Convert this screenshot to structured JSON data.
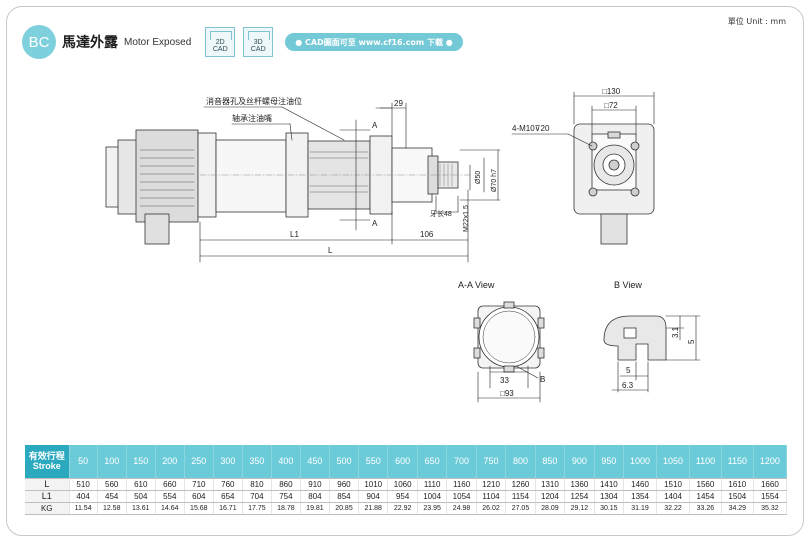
{
  "header": {
    "badge": "BC",
    "title_cn": "馬達外露",
    "title_en": "Motor Exposed",
    "cad2d": [
      "2D",
      "CAD"
    ],
    "cad3d": [
      "3D",
      "CAD"
    ],
    "cad_link": "● CAD圖面可至 www.cf16.com 下載 ●",
    "unit": "單位 Unit : mm"
  },
  "side_view": {
    "note_oil_hole": "消音器孔及丝杆螺母注油位",
    "note_bearing": "轴承注油嘴",
    "section_mark": "A",
    "dim_29": "29",
    "dim_l1": "L1",
    "dim_106": "106",
    "dim_l": "L",
    "dim_d50": "Ø50",
    "dim_d70": "Ø70 h7",
    "dim_thread": "M22x1.5",
    "dim_tooth": "牙长48"
  },
  "end_view": {
    "dim_130": "□130",
    "dim_72": "□72",
    "dim_holes": "4-M10⊽20"
  },
  "aa_view": {
    "title": "A-A View",
    "dim_33": "33",
    "dim_93": "□93",
    "label_b": "B"
  },
  "b_view": {
    "title": "B View",
    "dim_3_1": "3.1",
    "dim_5v": "5",
    "dim_5h": "5",
    "dim_6_3": "6.3"
  },
  "table": {
    "header_label": [
      "有效行程",
      "Stroke"
    ],
    "strokes": [
      "50",
      "100",
      "150",
      "200",
      "250",
      "300",
      "350",
      "400",
      "450",
      "500",
      "550",
      "600",
      "650",
      "700",
      "750",
      "800",
      "850",
      "900",
      "950",
      "1000",
      "1050",
      "1100",
      "1150",
      "1200"
    ],
    "rows": [
      {
        "label": "L",
        "values": [
          "510",
          "560",
          "610",
          "660",
          "710",
          "760",
          "810",
          "860",
          "910",
          "960",
          "1010",
          "1060",
          "1110",
          "1160",
          "1210",
          "1260",
          "1310",
          "1360",
          "1410",
          "1460",
          "1510",
          "1560",
          "1610",
          "1660"
        ]
      },
      {
        "label": "L1",
        "values": [
          "404",
          "454",
          "504",
          "554",
          "604",
          "654",
          "704",
          "754",
          "804",
          "854",
          "904",
          "954",
          "1004",
          "1054",
          "1104",
          "1154",
          "1204",
          "1254",
          "1304",
          "1354",
          "1404",
          "1454",
          "1504",
          "1554"
        ]
      },
      {
        "label": "KG",
        "values": [
          "11.54",
          "12.58",
          "13.61",
          "14.64",
          "15.68",
          "16.71",
          "17.75",
          "18.78",
          "19.81",
          "20.85",
          "21.88",
          "22.92",
          "23.95",
          "24.98",
          "26.02",
          "27.05",
          "28.09",
          "29.12",
          "30.15",
          "31.19",
          "32.22",
          "33.26",
          "34.29",
          "35.32"
        ]
      }
    ]
  }
}
